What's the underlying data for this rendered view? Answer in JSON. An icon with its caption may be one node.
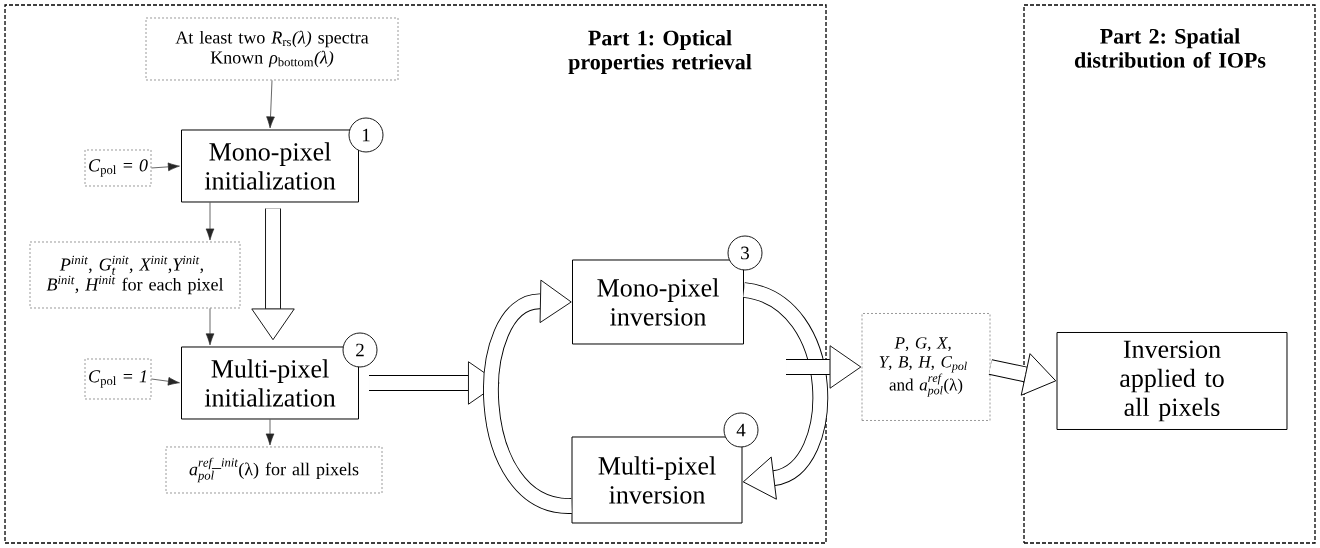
{
  "diagram": {
    "nodes": [
      {
        "text": [
          "Part 1: Optical properties retrieval"
        ]
      },
      {
        "text": [
          "Part 2: Spatial distribution of IOPs"
        ]
      },
      {
        "text": [
          "At least two *R*$_{rs}$*(λ)* spectra",
          "Known *ρ*$_{bottom}$*(λ)*"
        ],
        "in": 0
      },
      {
        "text": [
          "Mono-pixel initialization"
        ],
        "in": 0
      },
      {
        "text": [
          "1"
        ],
        "in": 0
      },
      {
        "text": [
          "*C*$_{pol}$ = *0*"
        ],
        "in": 0
      },
      {
        "text": [
          "P^{init}\\mbox{, }G^{init}_{t}\\mbox{, }X^{init}\\mbox{,}Y^{init}\\mbox{, }\\allowbreak B^{init}\\mbox{, }H^{init}\\mbox{ for each pixel}"
        ],
        "in": 0
      },
      {
        "text": [
          "Multi-pixel initialization"
        ],
        "in": 0
      },
      {
        "text": [
          "2"
        ],
        "in": 0
      },
      {
        "text": [
          "*C*$_{pol}$ = *1*"
        ],
        "in": 0
      },
      {
        "text": [
          "a^{ref\\_init}_{pol}\\mbox{(λ) for all pixels}"
        ],
        "in": 0
      },
      {
        "text": [
          "Mono-pixel inversion"
        ],
        "in": 0
      },
      {
        "text": [
          "3"
        ],
        "in": 0
      },
      {
        "text": [
          "Multi-pixel inversion"
        ],
        "in": 0
      },
      {
        "text": [
          "4"
        ],
        "in": 0
      },
      {
        "text": [
          "P\\mbox{, }G\\mbox{, }X\\mbox{, }\\allowbreak Y\\mbox{, }B\\mbox{, }H\\mbox{, }C_{pol}\\mbox{ }\\allowbreak\\mbox{and }a^{ref}_{pol}\\mbox{(λ)}"
        ]
      },
      {
        "text": [
          "Inversion applied to all pixels"
        ],
        "in": 1
      }
    ],
    "edges": [
      {
        "from": 2,
        "to": 3,
        "arrow": "to"
      },
      {
        "from": 5,
        "to": 3,
        "arrow": "to"
      },
      {
        "from": 3,
        "to": 6,
        "arrow": "to"
      },
      {
        "from": 6,
        "to": 7,
        "arrow": "to"
      },
      {
        "from": 3,
        "to": 7,
        "arrow": "to",
        "style": "thick"
      },
      {
        "from": 9,
        "to": 7,
        "arrow": "to"
      },
      {
        "from": 7,
        "to": 10,
        "arrow": "to"
      },
      {
        "from": 7,
        "to": null,
        "arrow": "to",
        "style": "thick"
      },
      {
        "from": 13,
        "to": 11,
        "arrow": "to",
        "style": "thick"
      },
      {
        "from": 11,
        "to": 13,
        "arrow": "to",
        "style": "thick"
      },
      {
        "from": null,
        "to": 15,
        "arrow": "to",
        "style": "thick"
      },
      {
        "from": 15,
        "to": 16,
        "arrow": "to",
        "style": "thick"
      }
    ]
  }
}
